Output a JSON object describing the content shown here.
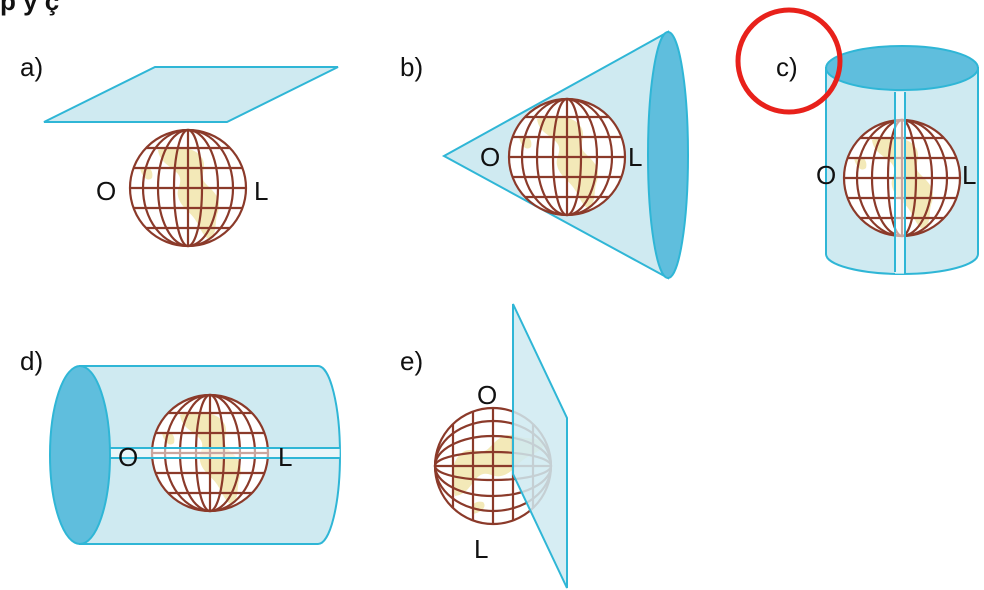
{
  "header_fragment": "p    y  ç",
  "panels": {
    "a": {
      "label": "a)",
      "west": "O",
      "east": "L",
      "projection": "plane"
    },
    "b": {
      "label": "b)",
      "west": "O",
      "east": "L",
      "projection": "cone"
    },
    "c": {
      "label": "c)",
      "west": "O",
      "east": "L",
      "projection": "cylinder-vertical",
      "highlighted": true
    },
    "d": {
      "label": "d)",
      "west": "O",
      "east": "L",
      "projection": "cylinder-horizontal"
    },
    "e": {
      "label": "e)",
      "west": "O",
      "east": "L",
      "projection": "plane-tangent"
    }
  },
  "colors": {
    "surface_fill": "#cfeaf1",
    "surface_edge": "#2fb6d6",
    "cap_fill": "#5fbedd",
    "globe_grid": "#8b3a2a",
    "land": "#f3e9b8",
    "highlight_circle": "#e8211b"
  }
}
